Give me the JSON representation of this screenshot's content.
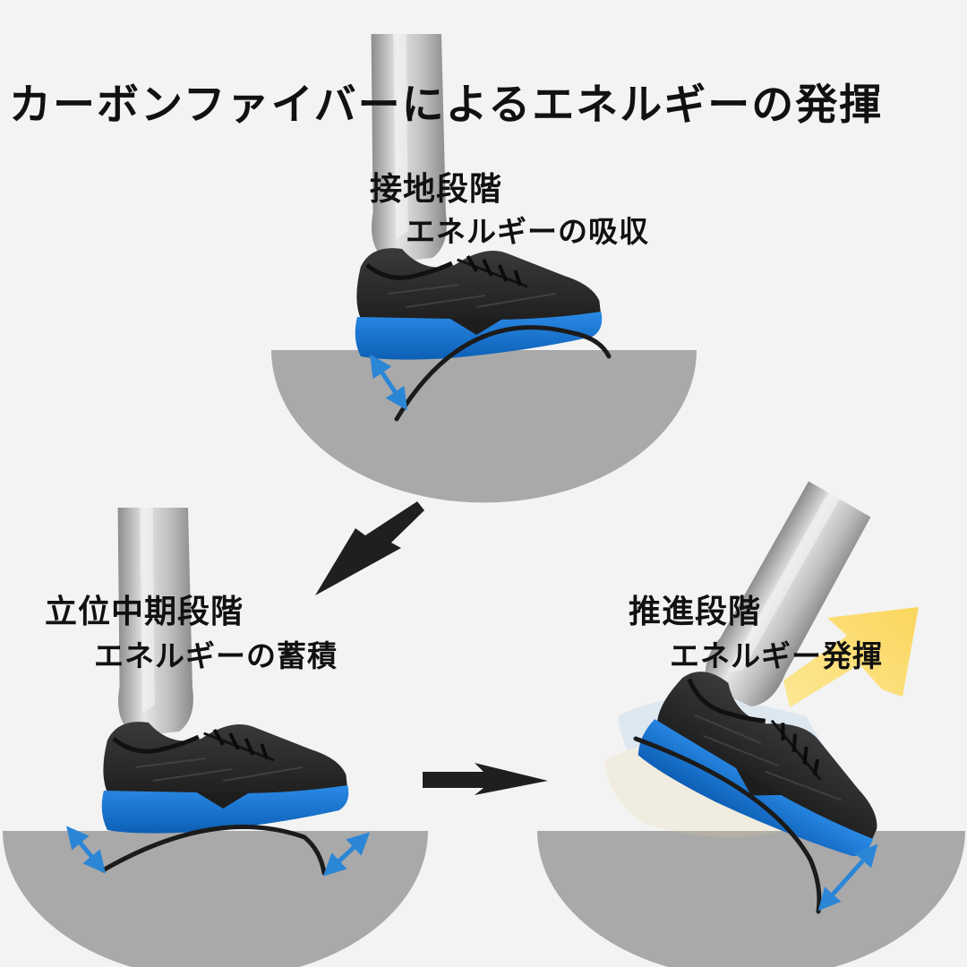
{
  "title": "カーボンファイバーによるエネルギーの発揮",
  "stages": [
    {
      "heading": "接地段階",
      "sub": "エネルギーの吸収"
    },
    {
      "heading": "立位中期段階",
      "sub": "エネルギーの蓄積"
    },
    {
      "heading": "推進段階",
      "sub": "エネルギー発揮"
    }
  ],
  "colors": {
    "background": "#f3f3f3",
    "ground": "#a9a9a9",
    "shoe_upper": "#2b2b2b",
    "sole": "#1a73d0",
    "spring_arrow": "#2b86d6",
    "carbon_plate": "#1b1b1b",
    "energy_arrow": "#fcd84a"
  },
  "icons": [
    "running-shoe-icon",
    "leg-icon",
    "carbon-plate-icon",
    "flow-arrow-icon",
    "energy-arrow-icon"
  ]
}
